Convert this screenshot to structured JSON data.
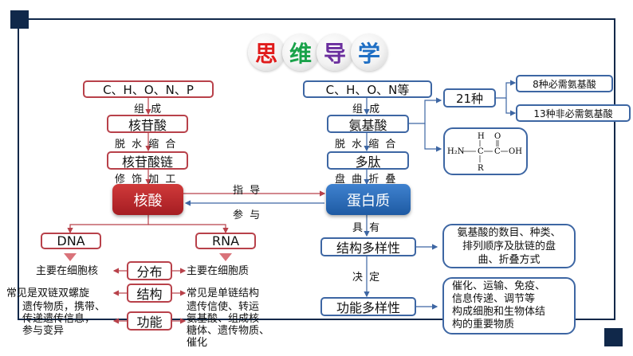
{
  "title": {
    "chars": [
      {
        "char": "思",
        "color": "#e01b1b"
      },
      {
        "char": "维",
        "color": "#1aa24a"
      },
      {
        "char": "导",
        "color": "#6b2f9e"
      },
      {
        "char": "学",
        "color": "#1f6fc4"
      }
    ]
  },
  "colors": {
    "frame": "#10284a",
    "red": "#b8414a",
    "blue": "#3d66a3"
  },
  "nucleic": {
    "elements": "C、H、O、N、P",
    "step1": "组 成",
    "monomer": "核苷酸",
    "step2": "脱 水 缩 合",
    "chain": "核苷酸链",
    "step3": "修 饰 加 工",
    "core": "核酸",
    "types": [
      "DNA",
      "RNA"
    ]
  },
  "protein": {
    "elements": "C、H、O、N等",
    "step1": "组 成",
    "monomer": "氨基酸",
    "step2": "脱 水 缩 合",
    "polymer": "多肽",
    "step3": "盘 曲 折 叠",
    "core": "蛋白质",
    "kinds": "21种",
    "kinds_split": [
      "8种必需氨基酸",
      "13种非必需氨基酸"
    ],
    "formula": {
      "top_h": "H",
      "top_o": "O",
      "left": "H₂N",
      "c1": "C",
      "c2": "C",
      "right": "OH",
      "bottom": "R"
    },
    "has": "具 有",
    "structure": "结构多样性",
    "structure_desc": [
      "氨基酸的数目、种类、",
      "排列顺序及肽链的盘",
      "曲、折叠方式"
    ],
    "determines": "决 定",
    "function": "功能多样性",
    "function_desc": [
      "催化、运输、免疫、",
      "信息传递、调节等",
      "构成细胞和生物体结",
      "构的重要物质"
    ]
  },
  "links": {
    "guide": "指 导",
    "participate": "参 与"
  },
  "compare": {
    "rows": [
      {
        "label": "分布",
        "dna": [
          "主要在细胞核"
        ],
        "rna": [
          "主要在细胞质"
        ]
      },
      {
        "label": "结构",
        "dna": [
          "常见是双链双螺旋"
        ],
        "rna": [
          "常见是单链结构"
        ]
      },
      {
        "label": "功能",
        "dna": [
          "遗传物质，携带、",
          "传递遗传信息，",
          "参与变异"
        ],
        "rna": [
          "遗传信使、转运",
          "氨基酸、组成核",
          "糖体、遗传物质、",
          "催化"
        ]
      }
    ]
  }
}
